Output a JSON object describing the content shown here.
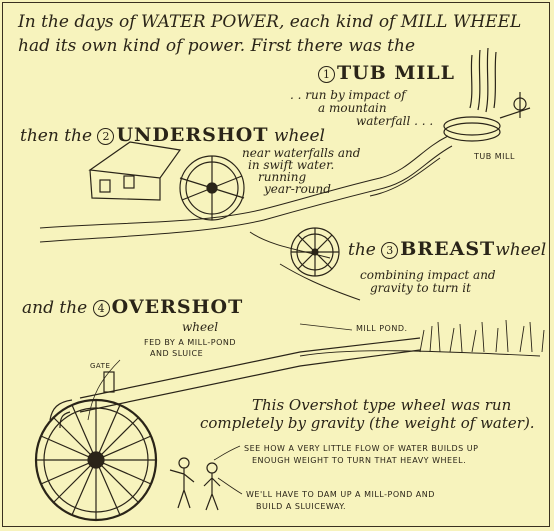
{
  "intro": {
    "line1": "In the days of WATER POWER, each kind of MILL WHEEL",
    "line2": "had its own kind of power. First there was the"
  },
  "tub_mill": {
    "number": "1",
    "name": "TUB MILL",
    "desc1": ". . run by impact of",
    "desc2": "a mountain",
    "desc3": "waterfall . . .",
    "label": "TUB MILL"
  },
  "undershot": {
    "prefix": "then the",
    "number": "2",
    "name": "UNDERSHOT",
    "suffix": "wheel",
    "desc1": "near waterfalls and",
    "desc2": "in swift water.",
    "desc3": "running",
    "desc4": "year-round"
  },
  "breast": {
    "prefix": "the",
    "number": "3",
    "name": "BREAST",
    "suffix": "wheel",
    "desc1": "combining impact and",
    "desc2": "gravity  to turn it"
  },
  "overshot": {
    "prefix": "and the",
    "number": "4",
    "name": "OVERSHOT",
    "suffix": "wheel",
    "fed1": "FED BY A MILL-POND",
    "fed2": "AND SLUICE",
    "gate": "GATE",
    "mill_pond": "MILL POND."
  },
  "summary": {
    "line1": "This Overshot type wheel was run",
    "line2": "completely by gravity (the weight of water)."
  },
  "speech": {
    "s1a": "SEE HOW A VERY LITTLE FLOW OF WATER BUILDS UP",
    "s1b": "ENOUGH WEIGHT TO TURN THAT HEAVY WHEEL.",
    "s2a": "WE'LL HAVE TO DAM UP A MILL-POND AND",
    "s2b": "BUILD A SLUICEWAY."
  }
}
